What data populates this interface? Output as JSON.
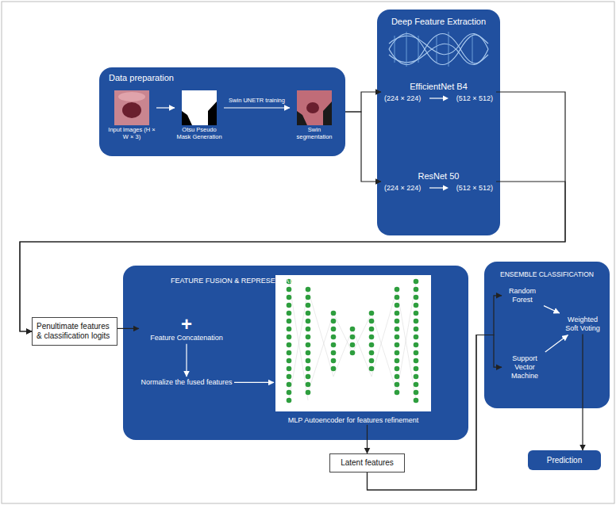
{
  "diagram": {
    "nodes": [
      {
        "text": [
          "Data preparation"
        ]
      },
      {
        "text": [
          "Input images (H × W × 3)"
        ],
        "in": 0
      },
      {
        "text": [
          "Otsu Pseudo Mask Generation"
        ],
        "in": 0
      },
      {
        "text": [
          "Swin segmentation"
        ],
        "in": 0
      },
      {
        "text": [
          "Deep Feature Extraction"
        ]
      },
      {
        "text": [
          "EfficientNet B4",
          "(224 × 224)",
          "(512 × 512)"
        ],
        "in": 4
      },
      {
        "text": [
          "ResNet 50",
          "(224 × 224)",
          "(512 × 512)"
        ],
        "in": 4
      },
      {
        "text": [
          "Penultimate features & classification logits"
        ]
      },
      {
        "text": [
          "FEATURE FUSION & REPRESENTATION"
        ]
      },
      {
        "text": [
          "+",
          "Feature Concatenation"
        ],
        "in": 8
      },
      {
        "text": [
          "Normalize the fused features"
        ],
        "in": 8
      },
      {
        "text": [
          "MLP Autoencoder for features refinement"
        ],
        "in": 8
      },
      {
        "text": [
          "Latent features"
        ]
      },
      {
        "text": [
          "ENSEMBLE CLASSIFICATION"
        ]
      },
      {
        "text": [
          "Random Forest"
        ],
        "in": 13
      },
      {
        "text": [
          "Weighted Soft Voting"
        ],
        "in": 13
      },
      {
        "text": [
          "Support Vector Machine"
        ],
        "in": 13
      },
      {
        "text": [
          "Prediction"
        ]
      }
    ],
    "edges": [
      {
        "from": 1,
        "to": 2,
        "arrow": "to"
      },
      {
        "from": 2,
        "to": 3,
        "label": "Swin UNETR training",
        "arrow": "to"
      },
      {
        "from": 0,
        "to": 5,
        "arrow": "to"
      },
      {
        "from": 0,
        "to": 6,
        "arrow": "to"
      },
      {
        "from": 5,
        "to": 7,
        "arrow": "to"
      },
      {
        "from": 6,
        "to": 7,
        "arrow": "to"
      },
      {
        "from": 7,
        "to": 9,
        "arrow": "to"
      },
      {
        "from": 9,
        "to": 10,
        "arrow": "to"
      },
      {
        "from": 10,
        "to": 11,
        "arrow": "to"
      },
      {
        "from": 11,
        "to": 12,
        "arrow": "to"
      },
      {
        "from": 12,
        "to": 14,
        "arrow": "to"
      },
      {
        "from": 12,
        "to": 16,
        "arrow": "to"
      },
      {
        "from": 14,
        "to": 15,
        "arrow": "to"
      },
      {
        "from": 16,
        "to": 15,
        "arrow": "to"
      },
      {
        "from": 15,
        "to": 17,
        "arrow": "to"
      }
    ]
  }
}
